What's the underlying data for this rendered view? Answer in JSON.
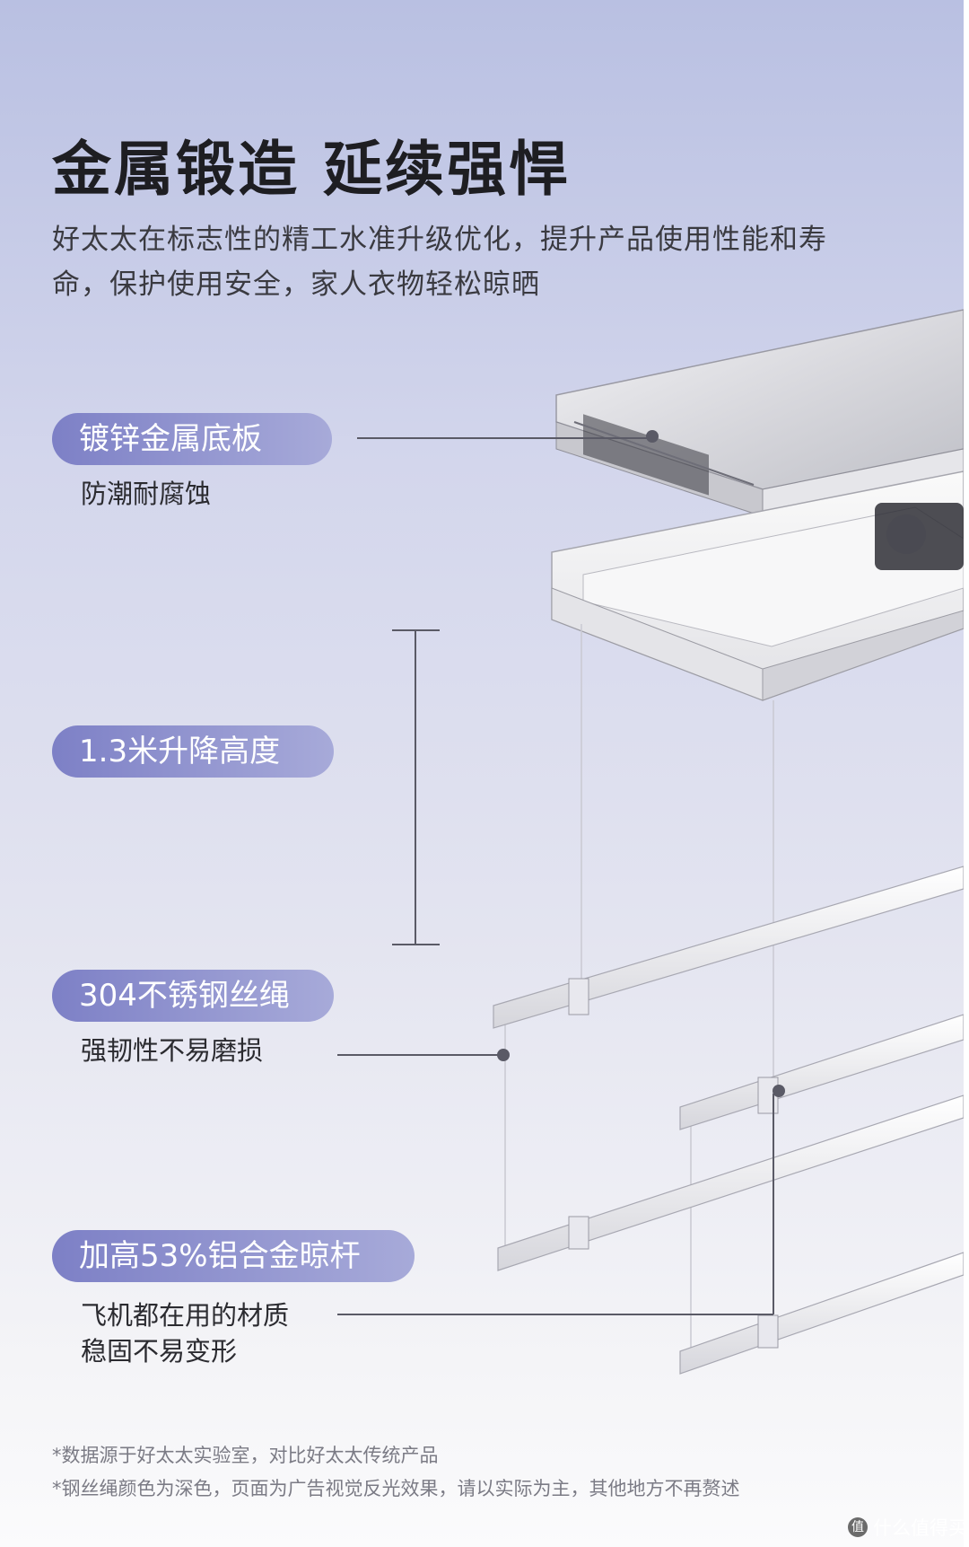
{
  "title": "金属锻造 延续强悍",
  "subtitle": "好太太在标志性的精工水准升级优化，提升产品使用性能和寿命，保护使用安全，家人衣物轻松晾晒",
  "features": [
    {
      "label": "镀锌金属底板",
      "desc": "防潮耐腐蚀"
    },
    {
      "label": "1.3米升降高度"
    },
    {
      "label": "304不锈钢丝绳",
      "desc": "强韧性不易磨损"
    },
    {
      "label": "加高53%铝合金晾杆",
      "desc_line1": "飞机都在用的材质",
      "desc_line2": "稳固不易变形"
    }
  ],
  "footnotes": [
    "*数据源于好太太实验室，对比好太太传统产品",
    "*钢丝绳颜色为深色，页面为广告视觉反光效果，请以实际为主，其他地方不再赘述"
  ],
  "watermark": {
    "icon": "zhide-logo-icon",
    "text": "什么值得买"
  },
  "colors": {
    "pill": "#8c8fcf",
    "title": "#1e1e22",
    "line": "#5a5a66"
  }
}
